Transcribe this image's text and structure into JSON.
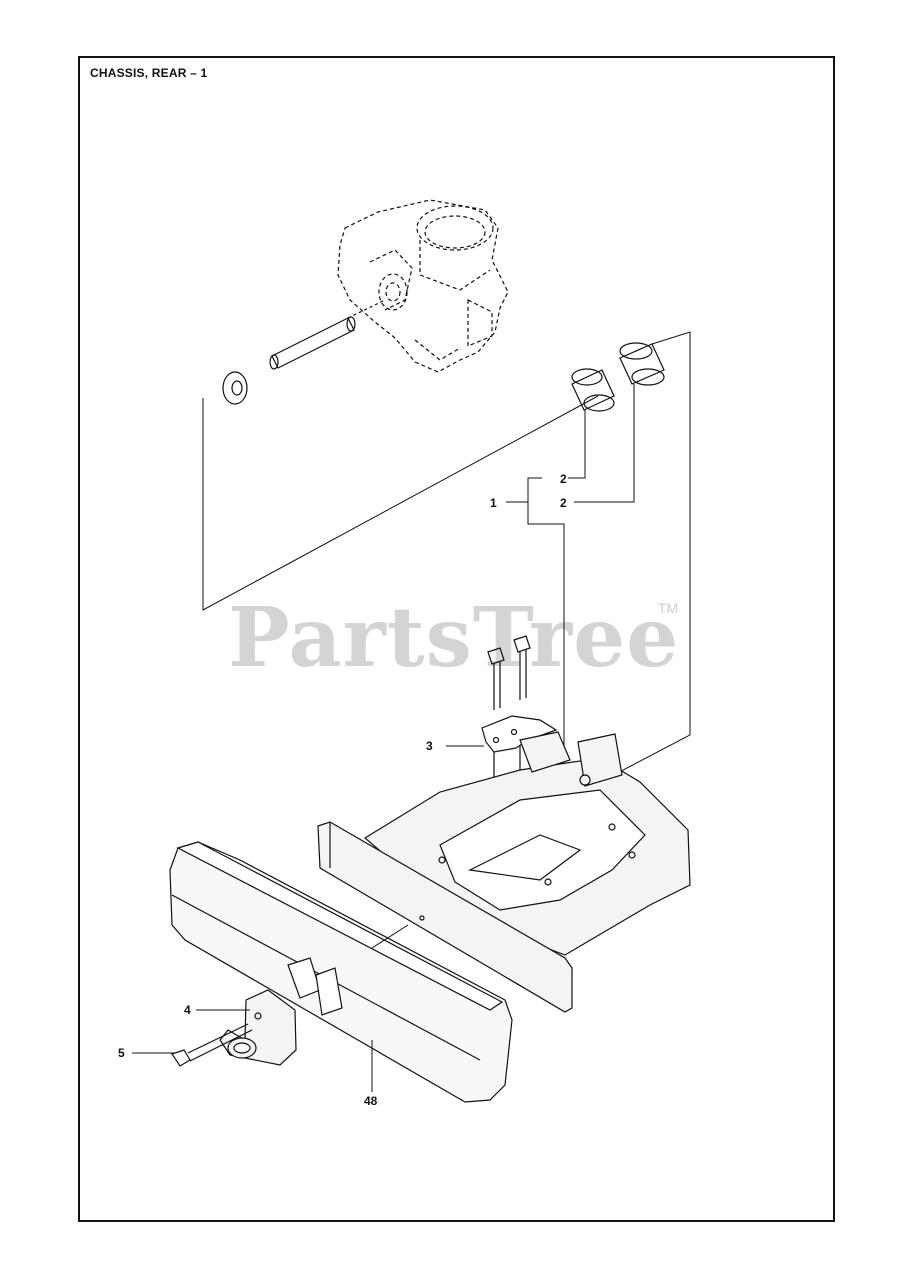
{
  "title": "CHASSIS, REAR – 1",
  "watermark": {
    "text": "PartsTree",
    "trademark": "TM"
  },
  "callouts": [
    {
      "id": "1",
      "label": "1"
    },
    {
      "id": "2a",
      "label": "2"
    },
    {
      "id": "2b",
      "label": "2"
    },
    {
      "id": "3",
      "label": "3"
    },
    {
      "id": "4",
      "label": "4"
    },
    {
      "id": "5",
      "label": "5"
    },
    {
      "id": "48",
      "label": "48"
    }
  ],
  "colors": {
    "line": "#111111",
    "watermark": "#d4d4d4",
    "fill": "#f4f4f4"
  }
}
